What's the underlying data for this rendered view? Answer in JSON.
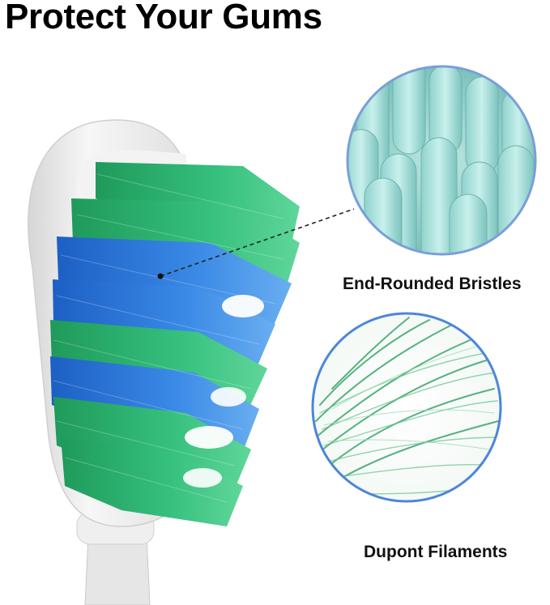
{
  "title": "Protect Your Gums",
  "callouts": [
    {
      "label": "End-Rounded Bristles",
      "detail": "end-rounded-bristles-closeup"
    },
    {
      "label": "Dupont Filaments",
      "detail": "dupont-filaments-closeup"
    }
  ],
  "colors": {
    "green_bristle": "#2bb673",
    "blue_bristle": "#2f7fe0",
    "head_white": "#eeeeee",
    "circle_border_1": "#7a9fd8",
    "circle_border_2": "#4c86d8",
    "closeup_teal": "#9fd9d4"
  }
}
